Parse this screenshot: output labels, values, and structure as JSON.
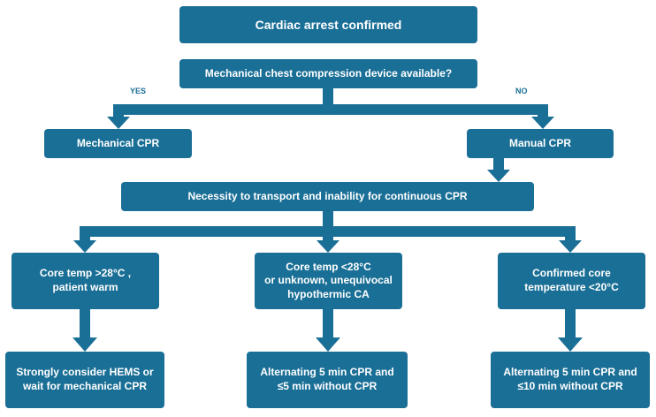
{
  "nodes": {
    "cardiac_arrest": "Cardiac arrest confirmed",
    "mech_device_question": "Mechanical chest compression device available?",
    "mechanical_cpr": "Mechanical CPR",
    "manual_cpr": "Manual CPR",
    "transport": {
      "pre": "Necessity to transport ",
      "bold": "and",
      "post": " inability for continuous CPR"
    },
    "temp_warm": {
      "line1": "Core temp >28°C ,",
      "line2": "patient warm"
    },
    "temp_hypo": {
      "line1": "Core temp <28°C",
      "line2": "or unknown, unequivocal",
      "line3": "hypothermic CA"
    },
    "temp_confirmed": {
      "line1": "Confirmed core",
      "line2": "temperature <20°C"
    },
    "out_hems": {
      "pre": "Strongly consider ",
      "bold": "HEMS",
      "post": " or",
      "line2": "wait for mechanical CPR"
    },
    "out_5min": {
      "line1": "Alternating 5 min CPR and",
      "line2": "≤5 min without CPR"
    },
    "out_10min": {
      "line1": "Alternating 5 min CPR and",
      "line2": "≤10 min without CPR"
    }
  },
  "labels": {
    "yes": "YES",
    "no": "NO"
  },
  "colors": {
    "box": "#1a6f96",
    "text": "#ffffff"
  }
}
